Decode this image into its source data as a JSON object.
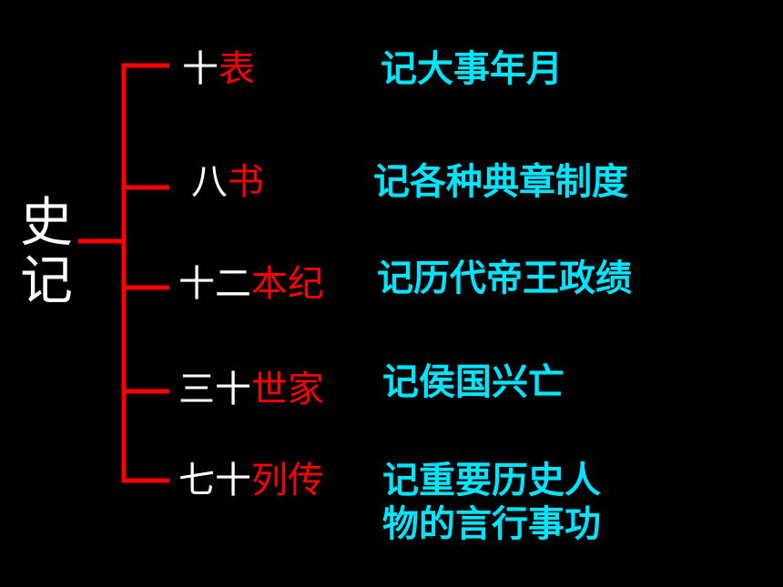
{
  "root": {
    "line1": "史",
    "line2": "记"
  },
  "colors": {
    "background": "#000000",
    "root_text": "#ffffff",
    "bracket": "#ff0000",
    "name_prefix": "#ffffff",
    "name_suffix": "#ff0000",
    "description": "#00e5ff"
  },
  "branches": [
    {
      "prefix": "十",
      "suffix": "表",
      "desc1": "记大事年月",
      "desc2": ""
    },
    {
      "prefix": "八",
      "suffix": "书",
      "desc1": "记各种典章制度",
      "desc2": ""
    },
    {
      "prefix": "十二",
      "suffix": "本纪",
      "desc1": "记历代帝王政绩",
      "desc2": ""
    },
    {
      "prefix": "三十",
      "suffix": "世家",
      "desc1": "记侯国兴亡",
      "desc2": ""
    },
    {
      "prefix": "七十",
      "suffix": "列传",
      "desc1": "记重要历史人",
      "desc2": "物的言行事功"
    }
  ]
}
